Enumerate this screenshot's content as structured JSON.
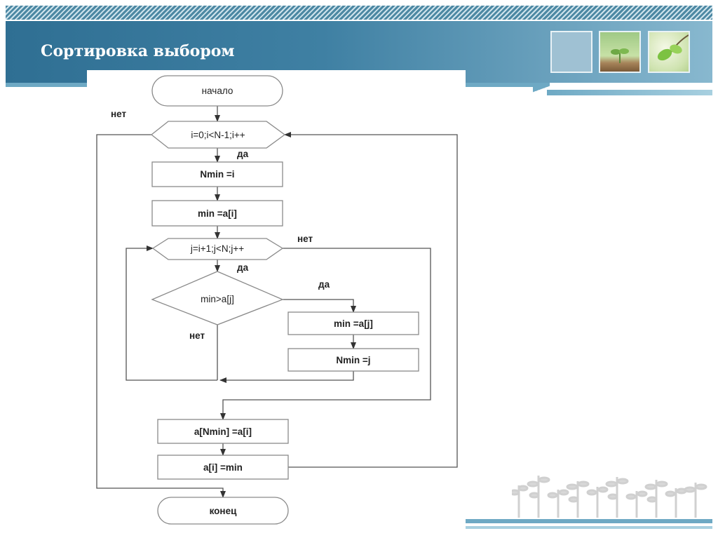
{
  "slide": {
    "title": "Сортировка выбором"
  },
  "flowchart": {
    "nodes": {
      "start": "начало",
      "outer_loop": "i=0;i<N-1;i++",
      "assign_nmin_i": "Nmin =i",
      "assign_min_ai": "min =a[i]",
      "inner_loop": "j=i+1;j<N;j++",
      "compare": "min>a[j]",
      "assign_min_aj": "min =a[j]",
      "assign_nmin_j": "Nmin =j",
      "swap_anmin": "a[Nmin] =a[i]",
      "swap_ai": "a[i] =min",
      "end": "конец"
    },
    "labels": {
      "outer_no": "нет",
      "outer_yes": "да",
      "inner_no": "нет",
      "inner_yes": "да",
      "compare_yes": "да",
      "compare_no": "нет"
    }
  },
  "decor": {
    "header_gradient": [
      "#2f6f93",
      "#88b8cf"
    ],
    "accent": "#6ea9c4",
    "thumbnails": [
      "plain-tile",
      "sprout-photo-icon",
      "leaves-photo-icon"
    ],
    "corner_decoration": "plant-silhouettes-icon"
  }
}
